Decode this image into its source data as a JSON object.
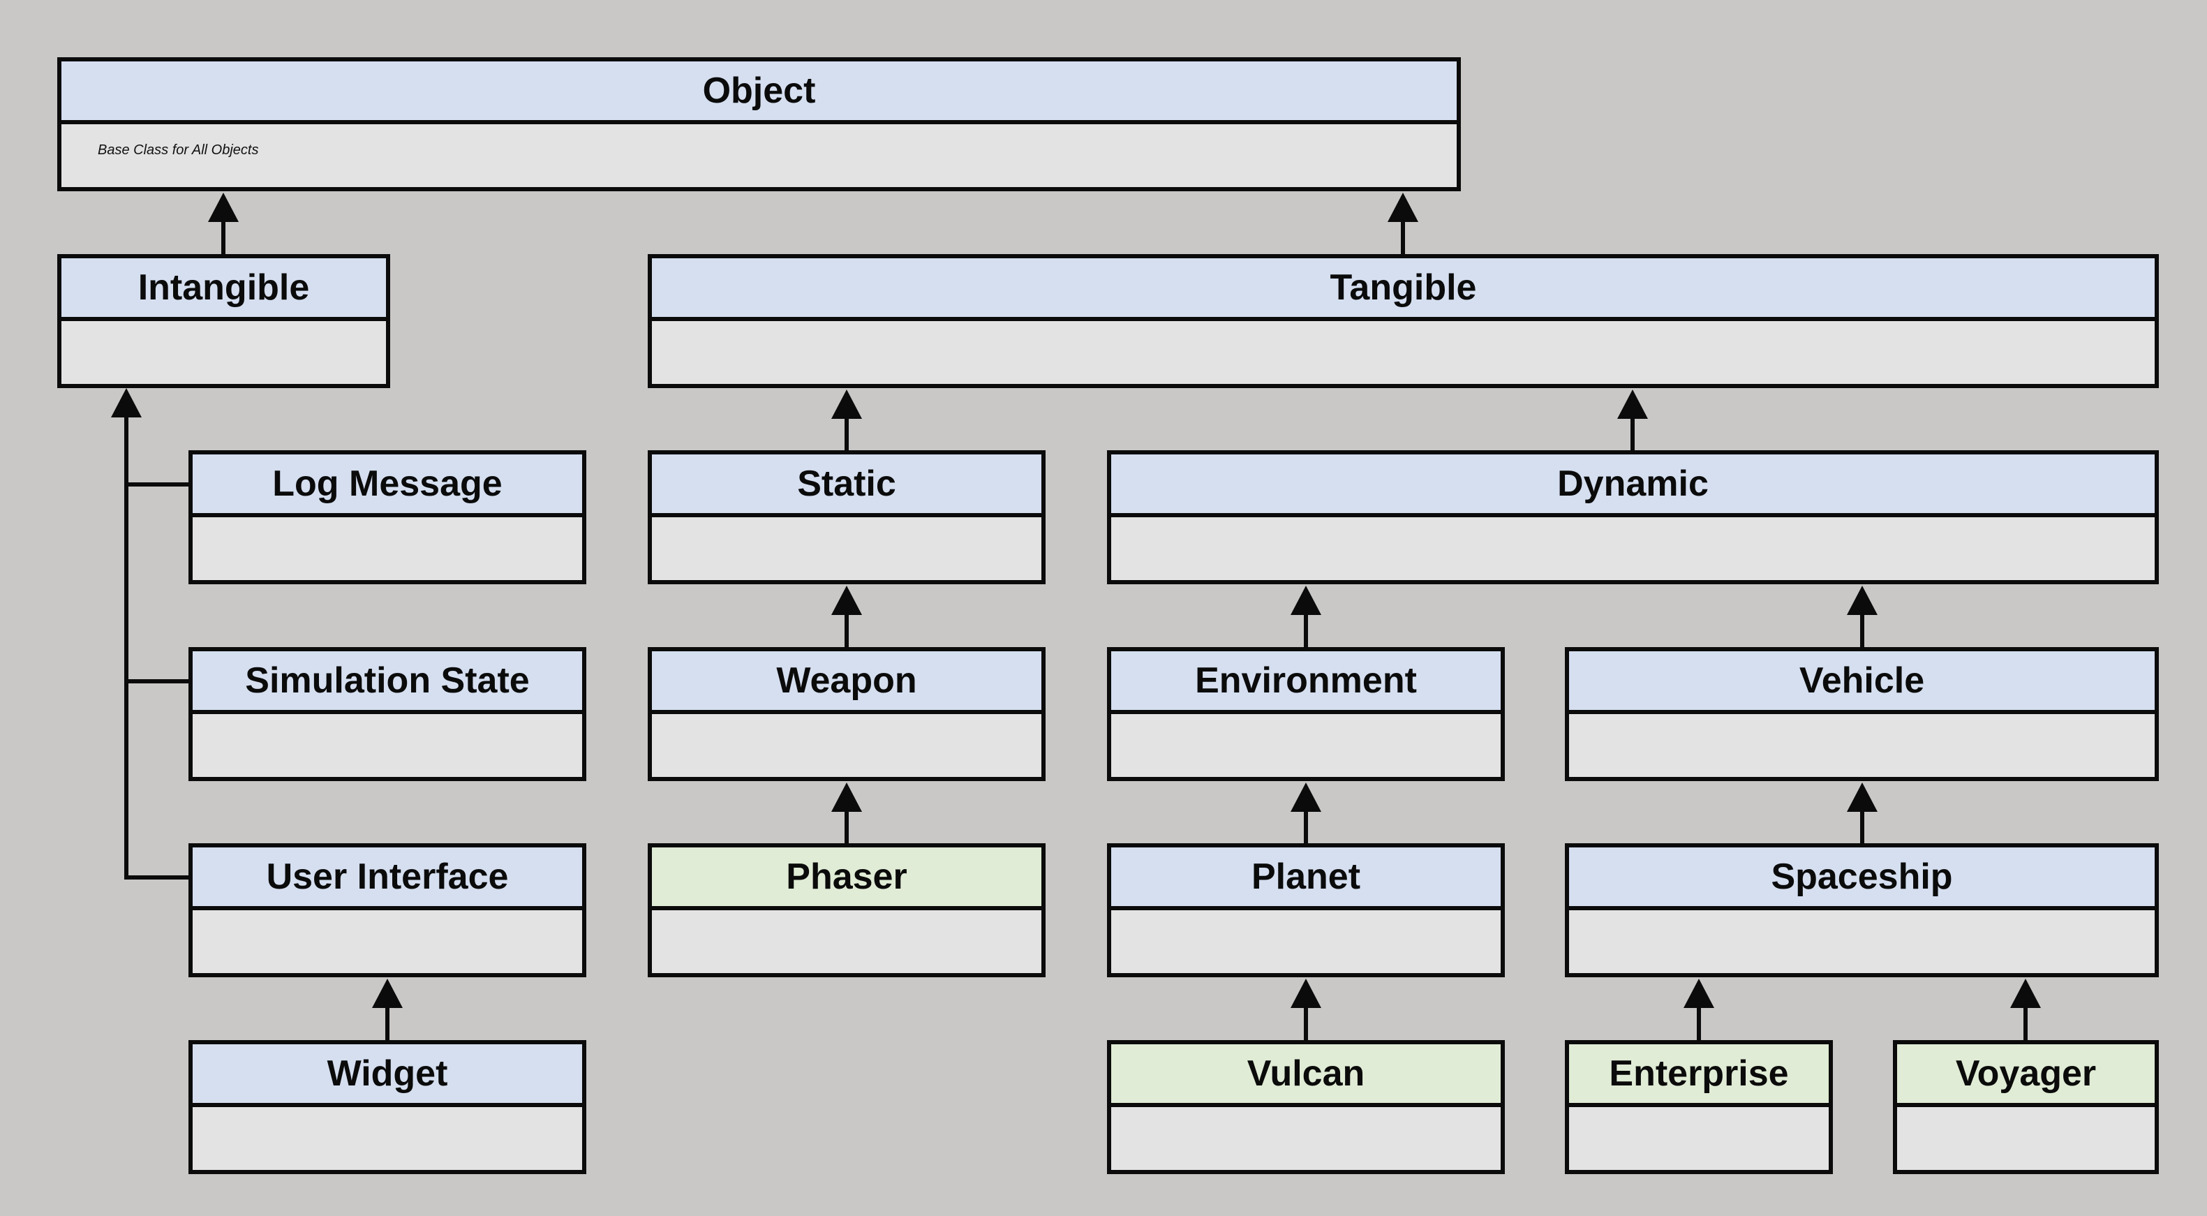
{
  "classes": {
    "object": {
      "name": "Object",
      "note": "Base Class for All Objects"
    },
    "intangible": {
      "name": "Intangible"
    },
    "tangible": {
      "name": "Tangible"
    },
    "log_message": {
      "name": "Log Message"
    },
    "simulation_state": {
      "name": "Simulation State"
    },
    "user_interface": {
      "name": "User Interface"
    },
    "widget": {
      "name": "Widget"
    },
    "static": {
      "name": "Static"
    },
    "dynamic": {
      "name": "Dynamic"
    },
    "weapon": {
      "name": "Weapon"
    },
    "phaser": {
      "name": "Phaser"
    },
    "environment": {
      "name": "Environment"
    },
    "planet": {
      "name": "Planet"
    },
    "vulcan": {
      "name": "Vulcan"
    },
    "vehicle": {
      "name": "Vehicle"
    },
    "spaceship": {
      "name": "Spaceship"
    },
    "enterprise": {
      "name": "Enterprise"
    },
    "voyager": {
      "name": "Voyager"
    }
  },
  "inheritance": [
    {
      "child": "intangible",
      "parent": "object"
    },
    {
      "child": "tangible",
      "parent": "object"
    },
    {
      "child": "log_message",
      "parent": "intangible"
    },
    {
      "child": "simulation_state",
      "parent": "intangible"
    },
    {
      "child": "user_interface",
      "parent": "intangible"
    },
    {
      "child": "widget",
      "parent": "user_interface"
    },
    {
      "child": "static",
      "parent": "tangible"
    },
    {
      "child": "dynamic",
      "parent": "tangible"
    },
    {
      "child": "weapon",
      "parent": "static"
    },
    {
      "child": "phaser",
      "parent": "weapon"
    },
    {
      "child": "environment",
      "parent": "dynamic"
    },
    {
      "child": "vehicle",
      "parent": "dynamic"
    },
    {
      "child": "planet",
      "parent": "environment"
    },
    {
      "child": "vulcan",
      "parent": "planet"
    },
    {
      "child": "spaceship",
      "parent": "vehicle"
    },
    {
      "child": "enterprise",
      "parent": "spaceship"
    },
    {
      "child": "voyager",
      "parent": "spaceship"
    }
  ],
  "colors": {
    "header_abstract": "#d5dff0",
    "header_concrete": "#e0ecd5",
    "body": "#e3e3e3",
    "background": "#c9c8c6",
    "stroke": "#0b0b0b"
  }
}
